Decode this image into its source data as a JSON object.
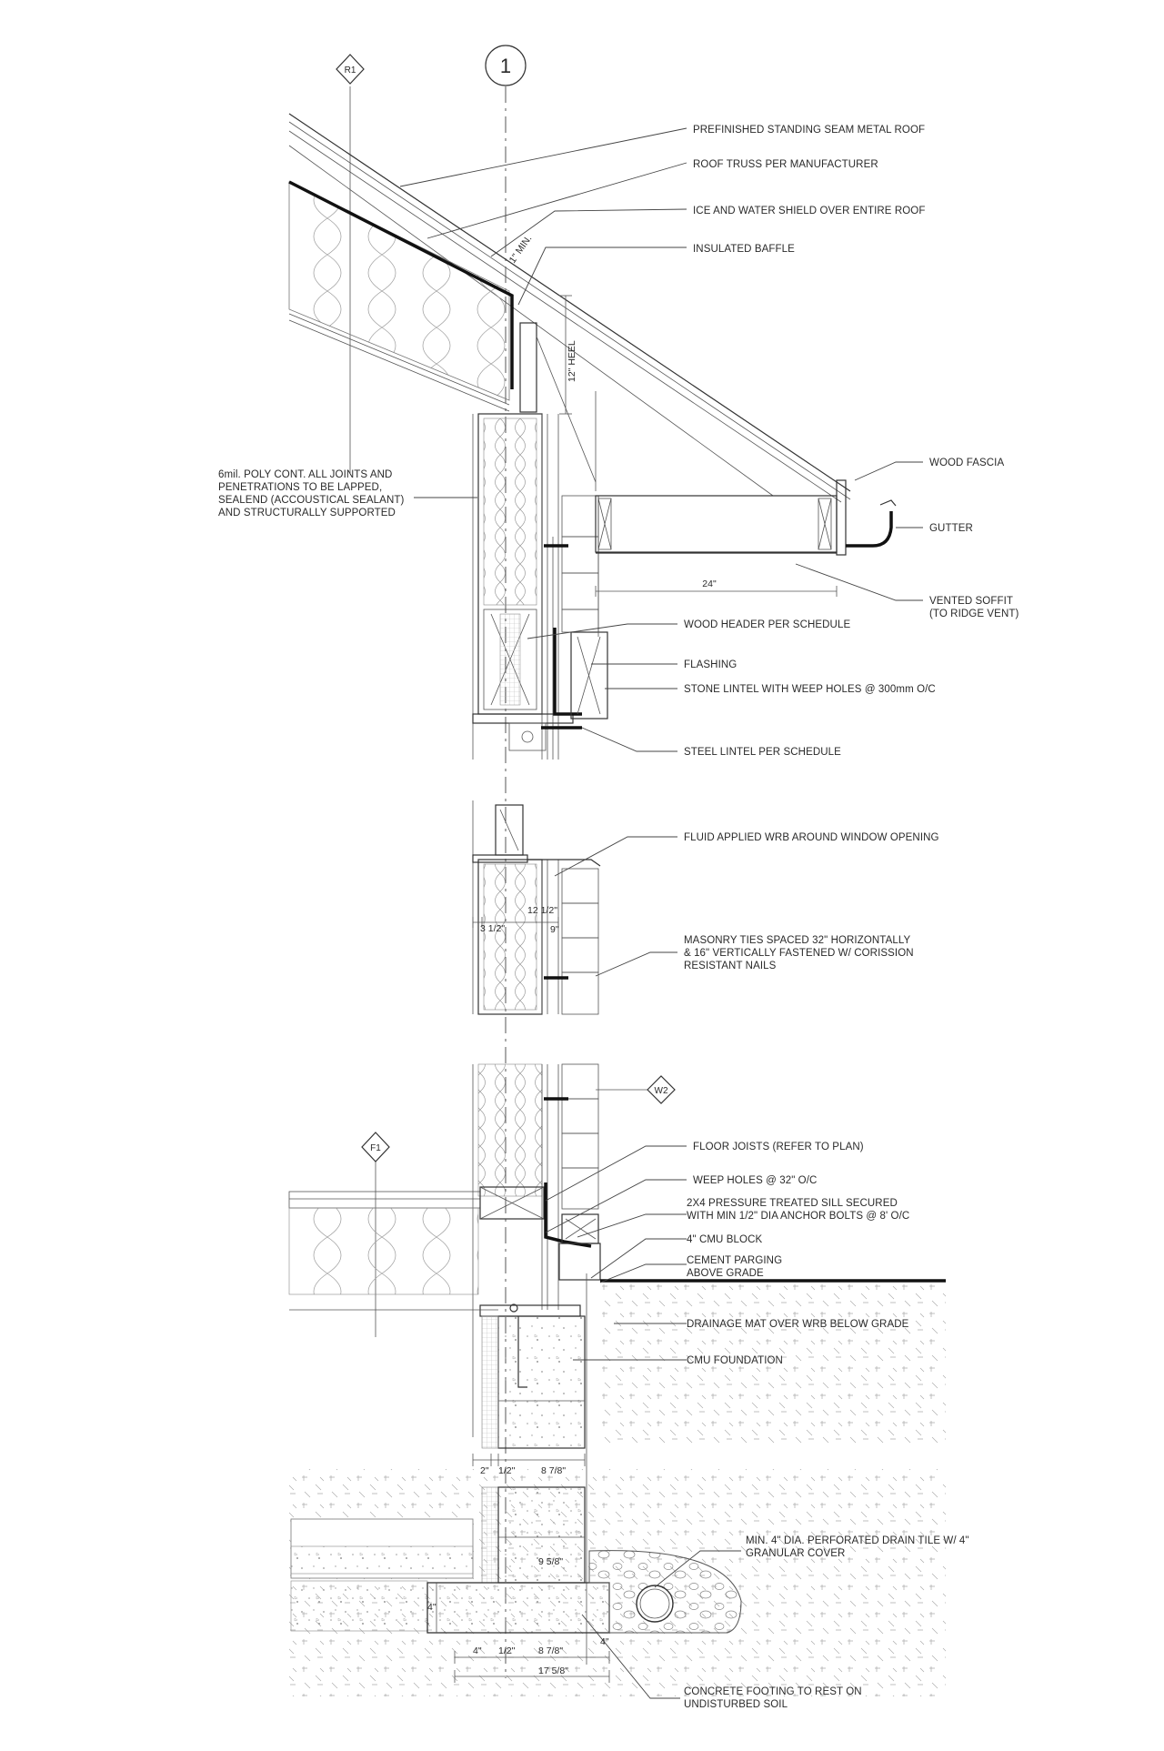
{
  "grid_bubble": {
    "label": "1"
  },
  "tags": [
    {
      "id": "r1",
      "label": "R1"
    },
    {
      "id": "w2",
      "label": "W2"
    },
    {
      "id": "f1",
      "label": "F1"
    }
  ],
  "callouts": {
    "roof_panel": "PREFINISHED STANDING SEAM METAL ROOF",
    "roof_truss": "ROOF TRUSS PER MANUFACTURER",
    "ice_shield": "ICE AND WATER SHIELD OVER ENTIRE ROOF",
    "baffle": "INSULATED BAFFLE",
    "poly": [
      "6mil. POLY CONT. ALL JOINTS AND",
      "PENETRATIONS TO BE LAPPED,",
      "SEALEND (ACCOUSTICAL SEALANT)",
      "AND STRUCTURALLY SUPPORTED"
    ],
    "fascia": "WOOD FASCIA",
    "gutter": "GUTTER",
    "soffit": [
      "VENTED SOFFIT",
      "(TO RIDGE VENT)"
    ],
    "header": "WOOD HEADER PER SCHEDULE",
    "flashing": "FLASHING",
    "stone_lintel": "STONE LINTEL WITH WEEP HOLES @ 300mm O/C",
    "steel_lintel": "STEEL LINTEL PER SCHEDULE",
    "fluid_wrb": "FLUID APPLIED WRB AROUND WINDOW OPENING",
    "masonry_ties": [
      "MASONRY TIES SPACED 32\" HORIZONTALLY",
      "& 16\" VERTICALLY FASTENED W/ CORISSION",
      "RESISTANT NAILS"
    ],
    "floor_joists": "FLOOR JOISTS (REFER TO PLAN)",
    "weep_holes": "WEEP HOLES @ 32\" O/C",
    "sill": [
      "2X4 PRESSURE TREATED SILL SECURED",
      "WITH MIN 1/2\" DIA ANCHOR BOLTS @ 8' O/C"
    ],
    "cmu_block": "4\" CMU BLOCK",
    "parging": [
      "CEMENT PARGING",
      "ABOVE GRADE"
    ],
    "drainage_mat": "DRAINAGE MAT OVER WRB BELOW GRADE",
    "cmu_foundation": "CMU FOUNDATION",
    "drain_tile": [
      "MIN. 4\" DIA. PERFORATED DRAIN TILE W/ 4\"",
      "GRANULAR COVER"
    ],
    "footing": [
      "CONCRETE FOOTING TO REST ON",
      "UNDISTURBED SOIL"
    ]
  },
  "dimensions": {
    "min_slope": "1\" MIN.",
    "heel": "12\" HEEL",
    "overhang": "24\"",
    "wall_a": "3 1/2\"",
    "wall_b": "12 1/2\"",
    "wall_c": "9\"",
    "found_a": "2\"",
    "found_b": "1/2\"",
    "found_c": "8 7/8\"",
    "foot_wall": "9 5/8\"",
    "foot_h": "4\"",
    "foot_l": "4\"",
    "foot_mid": "1/2\"",
    "foot_c": "8 7/8\"",
    "foot_r": "4\"",
    "foot_total": "17 5/8\""
  },
  "colors": {
    "line": "#333333",
    "heavy": "#111111",
    "paper": "#ffffff"
  }
}
